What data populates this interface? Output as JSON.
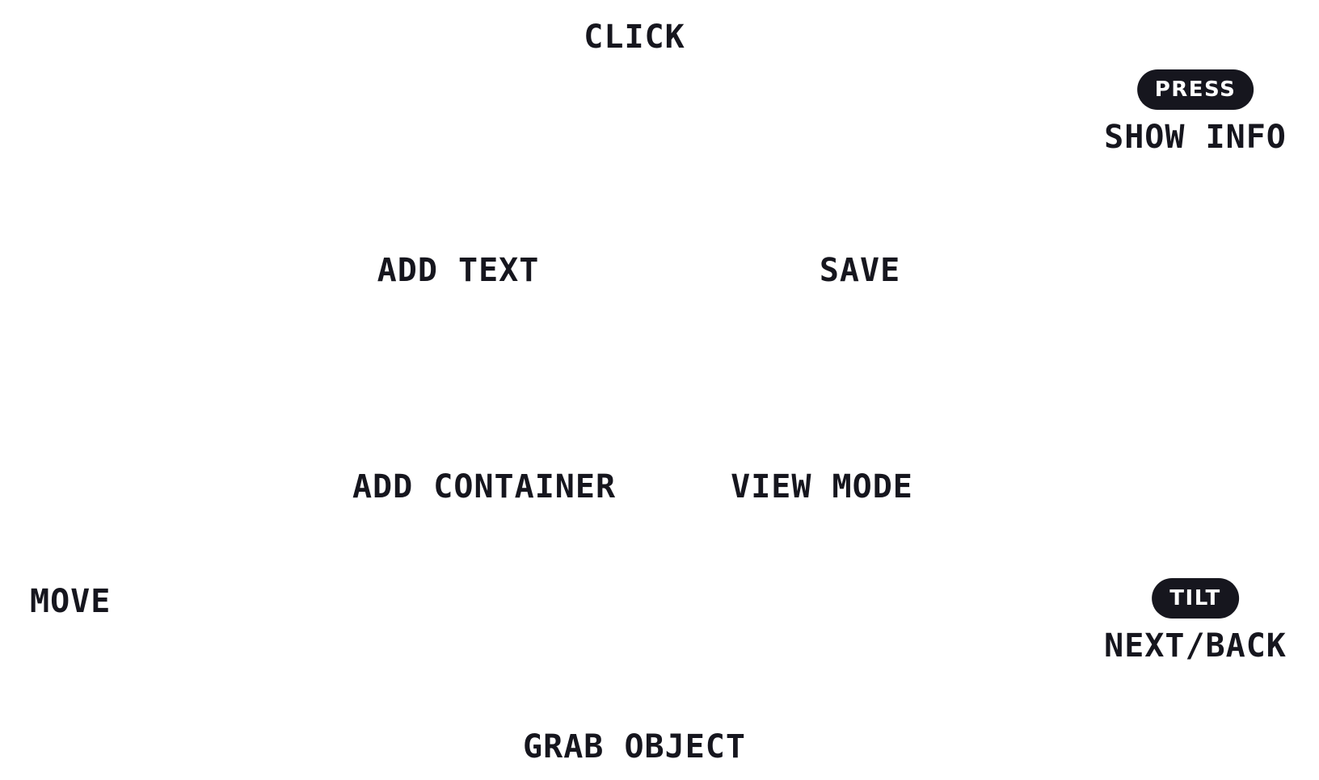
{
  "labels": {
    "click": "CLICK",
    "add_text": "ADD TEXT",
    "save": "SAVE",
    "add_container": "ADD CONTAINER",
    "view_mode": "VIEW MODE",
    "move": "MOVE",
    "grab_object": "GRAB OBJECT"
  },
  "press_group": {
    "badge": "PRESS",
    "label": "SHOW INFO"
  },
  "tilt_group": {
    "badge": "TILT",
    "label": "NEXT/BACK"
  },
  "colors": {
    "text": "#16161e",
    "badge_bg": "#16161e",
    "badge_text": "#ffffff",
    "background": "#ffffff"
  }
}
